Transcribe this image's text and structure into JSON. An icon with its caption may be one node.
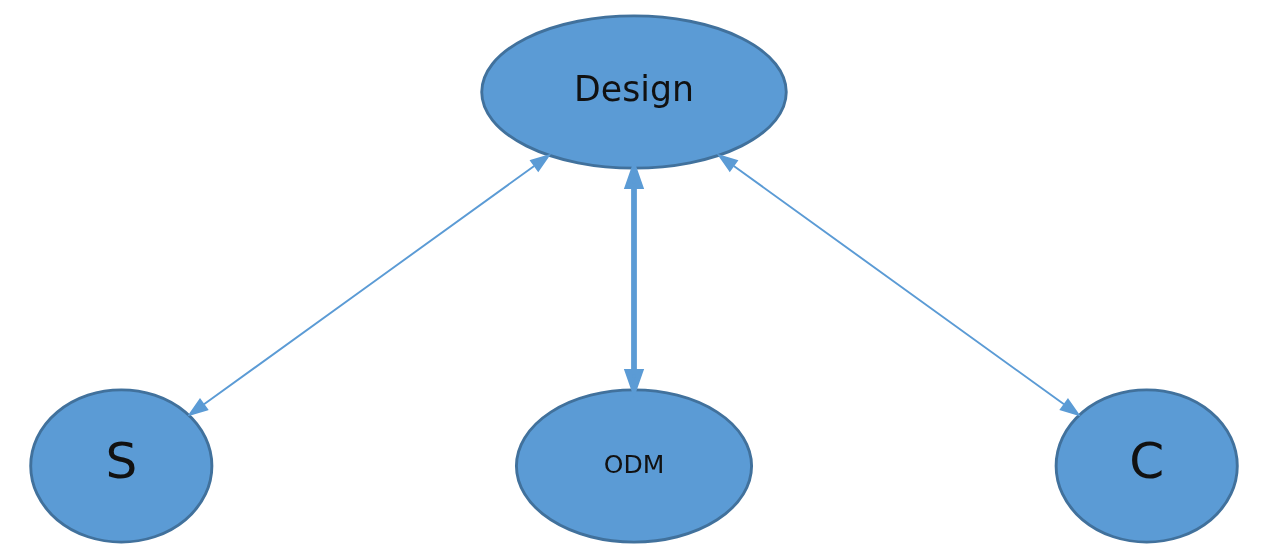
{
  "diagram": {
    "nodes": [
      {
        "text": [
          "Design"
        ]
      },
      {
        "text": [
          "S"
        ]
      },
      {
        "text": [
          "ODM"
        ]
      },
      {
        "text": [
          "C"
        ]
      }
    ],
    "edges": [
      {
        "from": 0,
        "to": 1,
        "arrow": "both"
      },
      {
        "from": 0,
        "to": 2,
        "arrow": "both",
        "style": "thick"
      },
      {
        "from": 0,
        "to": 3,
        "arrow": "both"
      }
    ]
  }
}
